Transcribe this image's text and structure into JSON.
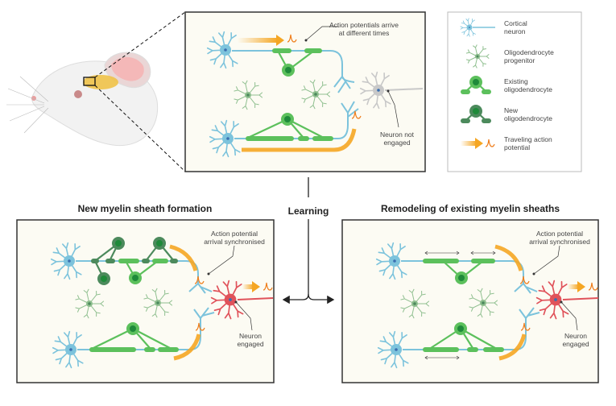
{
  "top_panel": {
    "annotation_1": [
      "Action potentials arrive",
      "at different times"
    ],
    "annotation_2": [
      "Neuron not",
      "engaged"
    ]
  },
  "legend": {
    "items": [
      {
        "icon": "cortical-neuron-icon",
        "label": [
          "Cortical",
          "neuron"
        ]
      },
      {
        "icon": "oligodendrocyte-progenitor-icon",
        "label": [
          "Oligodendrocyte",
          "progenitor"
        ]
      },
      {
        "icon": "existing-oligodendrocyte-icon",
        "label": [
          "Existing",
          "oligodendrocyte"
        ]
      },
      {
        "icon": "new-oligodendrocyte-icon",
        "label": [
          "New",
          "oligodendrocyte"
        ]
      },
      {
        "icon": "traveling-action-potential-icon",
        "label": [
          "Traveling action",
          "potential"
        ]
      }
    ]
  },
  "center": {
    "label": "Learning"
  },
  "left_panel": {
    "title": "New myelin sheath formation",
    "annotation_1": [
      "Action potential",
      "arrival synchronised"
    ],
    "annotation_2": [
      "Neuron",
      "engaged"
    ]
  },
  "right_panel": {
    "title": "Remodeling of existing myelin sheaths",
    "annotation_1": [
      "Action potential",
      "arrival synchronised"
    ],
    "annotation_2": [
      "Neuron",
      "engaged"
    ]
  },
  "colors": {
    "neuron": "#7cc3dc",
    "opc": "#8fbf8f",
    "existing_oligo": "#5cc05c",
    "new_oligo": "#4c8a5c",
    "action_potential": "#f5a623",
    "spike": "#ef7d1a",
    "engaged_neuron": "#e0525a",
    "unengaged_neuron": "#c8c8c8",
    "panel_bg": "#fcfbf3"
  }
}
